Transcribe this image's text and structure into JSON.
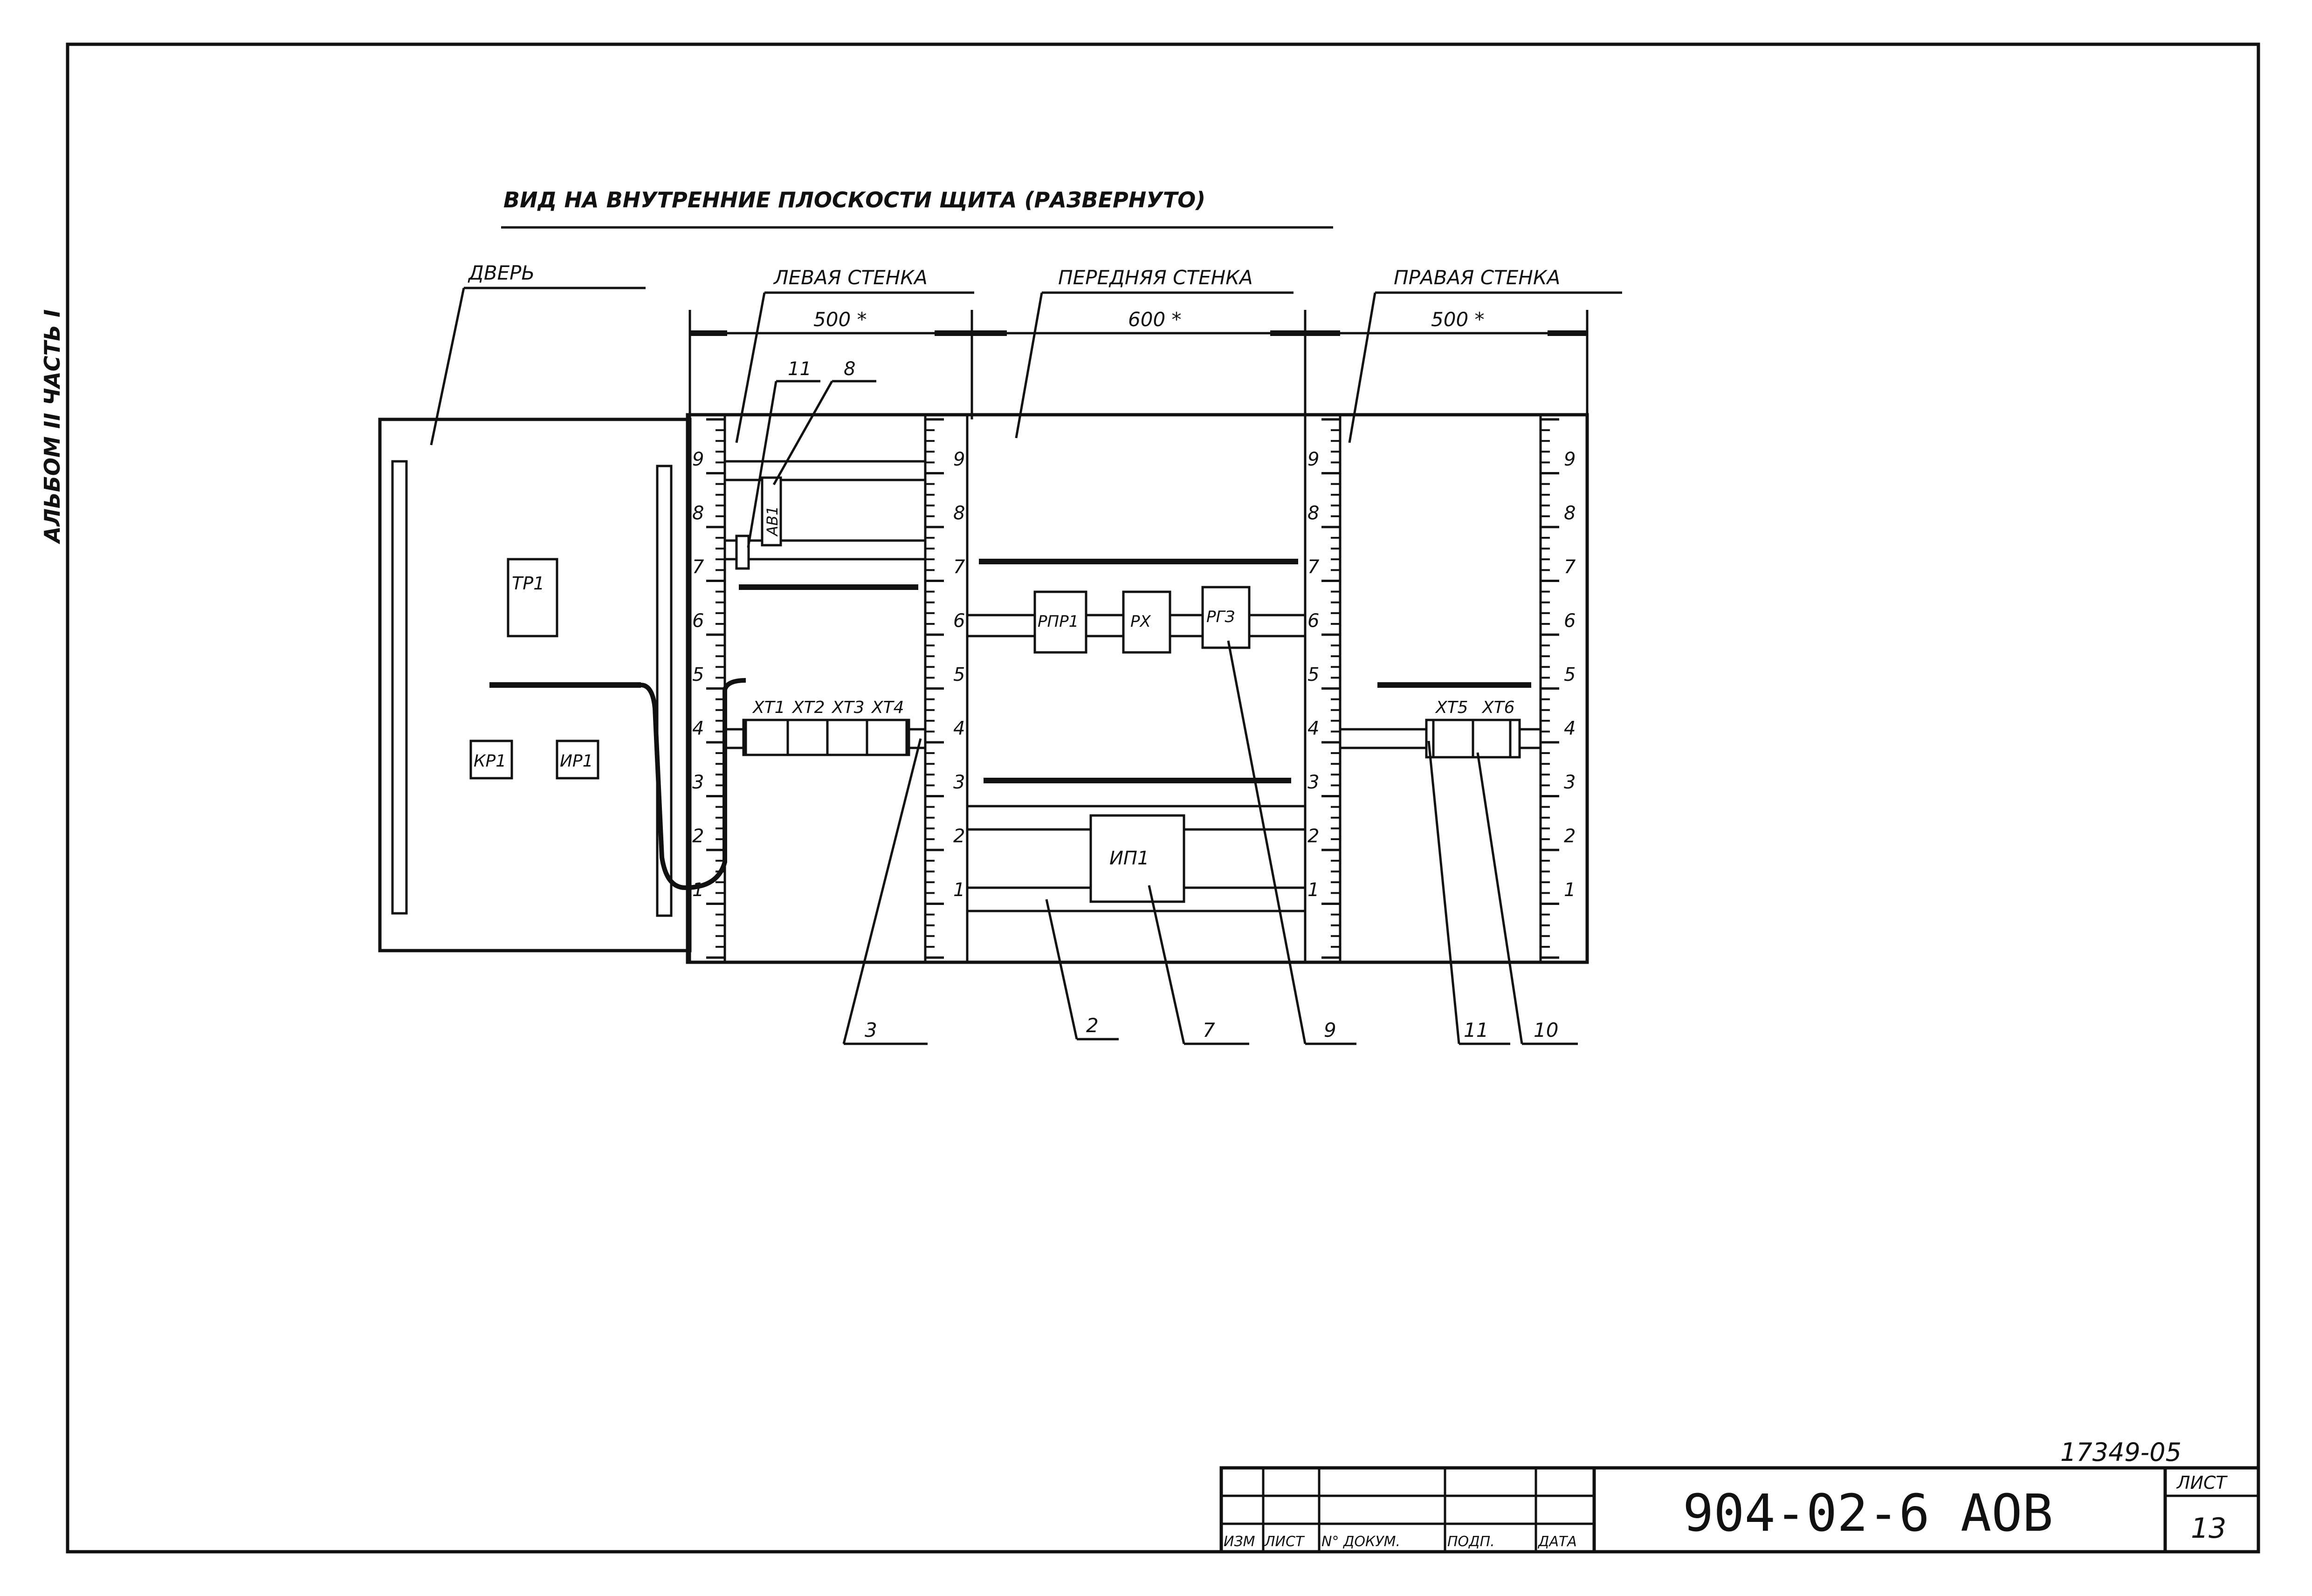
{
  "side_label": "АЛЬБОМ II ЧАСТЬ I",
  "title": "ВИД НА ВНУТРЕННИЕ ПЛОСКОСТИ ЩИТА (РАЗВЕРНУТО)",
  "sections": {
    "door": "ДВЕРЬ",
    "left_wall": "ЛЕВАЯ СТЕНКА",
    "front_wall": "ПЕРЕДНЯЯ СТЕНКА",
    "right_wall": "ПРАВАЯ СТЕНКА"
  },
  "dimensions": {
    "left": "500 *",
    "front": "600 *",
    "right": "500 *"
  },
  "scale_numbers": [
    "9",
    "8",
    "7",
    "6",
    "5",
    "4",
    "3",
    "2",
    "1"
  ],
  "devices": {
    "tr1": "ТР1",
    "kr1": "КР1",
    "ir1": "ИР1",
    "av1": "АВ1",
    "xt1": "ХТ1",
    "xt2": "ХТ2",
    "xt3": "ХТ3",
    "xt4": "ХТ4",
    "xt5": "ХТ5",
    "xt6": "ХТ6",
    "rpr1": "РПР1",
    "rx": "РХ",
    "rg3": "РГЗ",
    "ip1": "ИП1"
  },
  "callouts": {
    "c11_top": "11",
    "c8": "8",
    "c3": "3",
    "c2": "2",
    "c7": "7",
    "c9": "9",
    "c11_bottom": "11",
    "c10": "10"
  },
  "stamp": {
    "archive_no": "17349-05",
    "designation": "904-02-6 АОВ",
    "sheet_label": "ЛИСТ",
    "sheet_no": "13",
    "col_izm": "ИЗМ",
    "col_list": "ЛИСТ",
    "col_doc": "N° ДОКУМ.",
    "col_sign": "ПОДП.",
    "col_date": "ДАТА"
  }
}
